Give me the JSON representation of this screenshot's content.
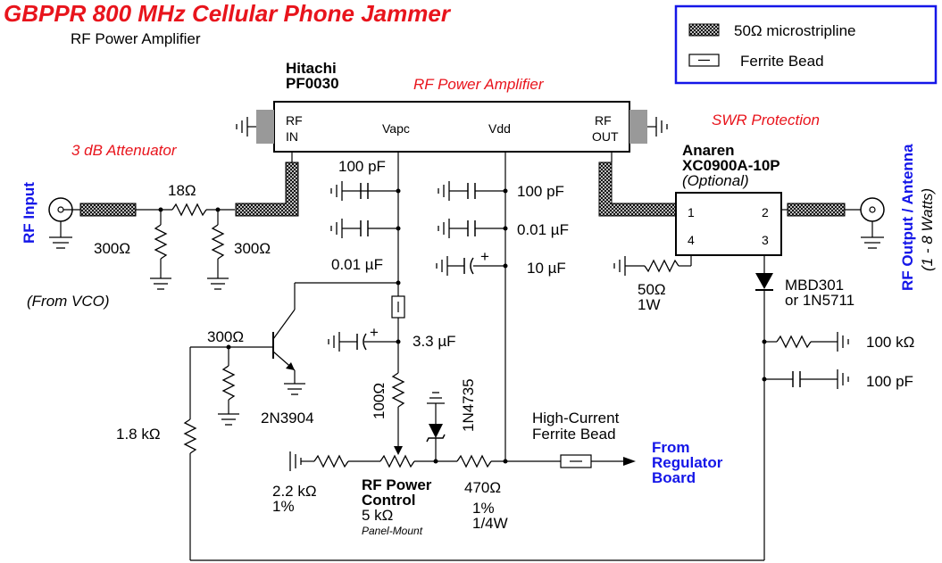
{
  "title": "GBPPR 800 MHz Cellular Phone Jammer",
  "subtitle": "RF Power Amplifier",
  "legend": {
    "microstrip": "50Ω microstripline",
    "ferrite": "Ferrite Bead"
  },
  "amp": {
    "maker": "Hitachi",
    "model": "PF0030",
    "section": "RF Power Amplifier",
    "pin_rf_in_1": "RF",
    "pin_rf_in_2": "IN",
    "pin_vapc": "Vapc",
    "pin_vdd": "Vdd",
    "pin_rf_out_1": "RF",
    "pin_rf_out_2": "OUT"
  },
  "sections": {
    "attenuator": "3 dB Attenuator",
    "swr": "SWR Protection"
  },
  "io": {
    "rf_input": "RF Input",
    "from_vco": "(From VCO)",
    "rf_output": "RF Output / Antenna",
    "watts": "(1 - 8 Watts)"
  },
  "coupler": {
    "maker": "Anaren",
    "model": "XC0900A-10P",
    "optional": "(Optional)",
    "p1": "1",
    "p2": "2",
    "p3": "3",
    "p4": "4"
  },
  "parts": {
    "r18": "18Ω",
    "r300a": "300Ω",
    "r300b": "300Ω",
    "c100pf_a": "100 pF",
    "c001_a": "0.01 µF",
    "c100pf_b": "100 pF",
    "c001_b": "0.01 µF",
    "c10uf": "10 µF",
    "r50": "50Ω",
    "r50w": "1W",
    "diode_d1": "MBD301",
    "diode_d2": "or 1N5711",
    "r100k": "100 kΩ",
    "c100pf_c": "100 pF",
    "r300c": "300Ω",
    "q1": "2N3904",
    "r1k8": "1.8 kΩ",
    "c3u3": "3.3 µF",
    "r100": "100Ω",
    "zener": "1N4735",
    "ferrite_1": "High-Current",
    "ferrite_2": "Ferrite Bead",
    "from_1": "From",
    "from_2": "Regulator",
    "from_3": "Board",
    "r2k2": "2.2 kΩ",
    "r2k2_tol": "1%",
    "pot_1": "RF Power",
    "pot_2": "Control",
    "pot_3": "5 kΩ",
    "pot_4": "Panel-Mount",
    "r470": "470Ω",
    "r470_tol": "1%",
    "r470_w": "1/4W",
    "plus": "+"
  },
  "colors": {
    "title": "#e8141c",
    "label_red": "#e8141c",
    "label_blue": "#1416e8",
    "legend_border": "#1416e8",
    "stub": "#999999"
  }
}
